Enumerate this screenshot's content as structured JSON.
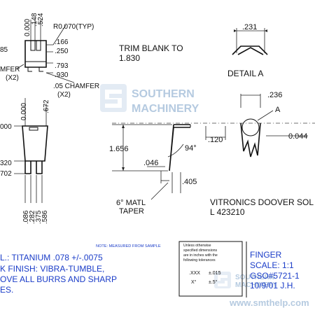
{
  "colors": {
    "ink": "#111111",
    "blue_text": "#1a3cc8",
    "watermark": "#7aa0c8"
  },
  "left_view": {
    "top_dims_vertical": [
      "0.000",
      ".148",
      ".524"
    ],
    "r_note": "R0.070(TYP)",
    "right_dims": [
      ".166",
      ".250"
    ],
    "left_dim_85": "85",
    "chamfer_left": "MFER",
    "chamfer_left_x2": "(X2)",
    "right_dims2": [
      ".793",
      ".930"
    ],
    "chamfer_note": ".05 CHAMFER",
    "chamfer_note_x2": "(X2)",
    "mid_vertical": [
      "0.000",
      ".672"
    ],
    "left_000": "000",
    "left_320": "320",
    "left_702": "702",
    "bottom_vertical": [
      ".086",
      ".282",
      ".375",
      ".586"
    ]
  },
  "trim_note": {
    "line1": "TRIM BLANK TO",
    "line2": "1.830"
  },
  "detail_a": {
    "dim": ".231",
    "label": "DETAIL A"
  },
  "side_view": {
    "dim_236": ".236",
    "label_a": "A",
    "dim_120": ".120",
    "dim_0044": "0.044",
    "dim_1656": "1.656",
    "angle": "94°",
    "dim_046": ".046",
    "dim_405": ".405",
    "taper_line1": "6° MATL",
    "taper_line2": "TAPER"
  },
  "part_title": {
    "line1": "VITRONICS DOOVER SOL",
    "line2": "L 423210"
  },
  "notes": {
    "measured": "NOTE: MEASURED FROM SAMPLE",
    "lines": [
      "L.: TITANIUM .078 +/-.0075",
      "K FINISH: VIBRA-TUMBLE,",
      "OVE ALL BURRS AND SHARP",
      "ES."
    ]
  },
  "tolerance_box": {
    "lines": [
      "Unless otherwise",
      "specified dimensions",
      "are in inches with the",
      "following tolerances"
    ],
    "row1_label": ".XXX",
    "row1_value": "±.015",
    "row2_label": "X°",
    "row2_value": "±.5°"
  },
  "title_block": {
    "name": "FINGER",
    "scale": "SCALE: 1:1",
    "number": "GSO#5721-1",
    "date_by": "10/9/01 J.H."
  },
  "watermark": {
    "line1": "SOUTHERN",
    "line2": "MACHINERY",
    "url": "www.smthelp.com"
  }
}
